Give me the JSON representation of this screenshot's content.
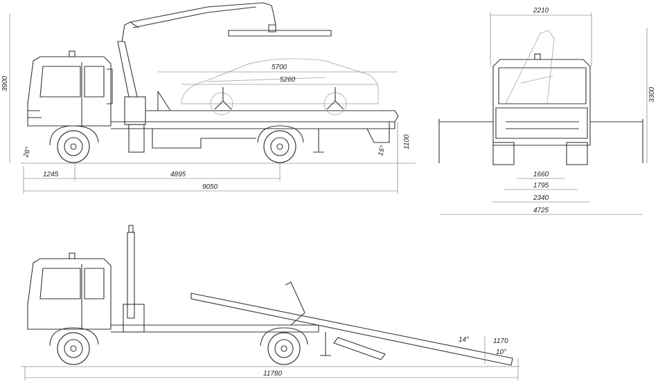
{
  "side_view_loaded": {
    "dims": {
      "height_total": "3900",
      "car_length": "5700",
      "platform_length": "5260",
      "front_overhang": "1245",
      "wheelbase": "4895",
      "overall_length": "9050",
      "deck_height": "1100",
      "approach_angle": "26°",
      "departure_angle": "15°"
    }
  },
  "front_view": {
    "dims": {
      "width_top": "2210",
      "height": "3300",
      "track_1": "1660",
      "track_2": "1795",
      "track_3": "2340",
      "outrigger_span": "4725"
    }
  },
  "side_view_tilted": {
    "dims": {
      "length_total": "11780",
      "tilt_angle": "14°",
      "ramp_angle": "10°",
      "ramp_height": "1170"
    }
  }
}
